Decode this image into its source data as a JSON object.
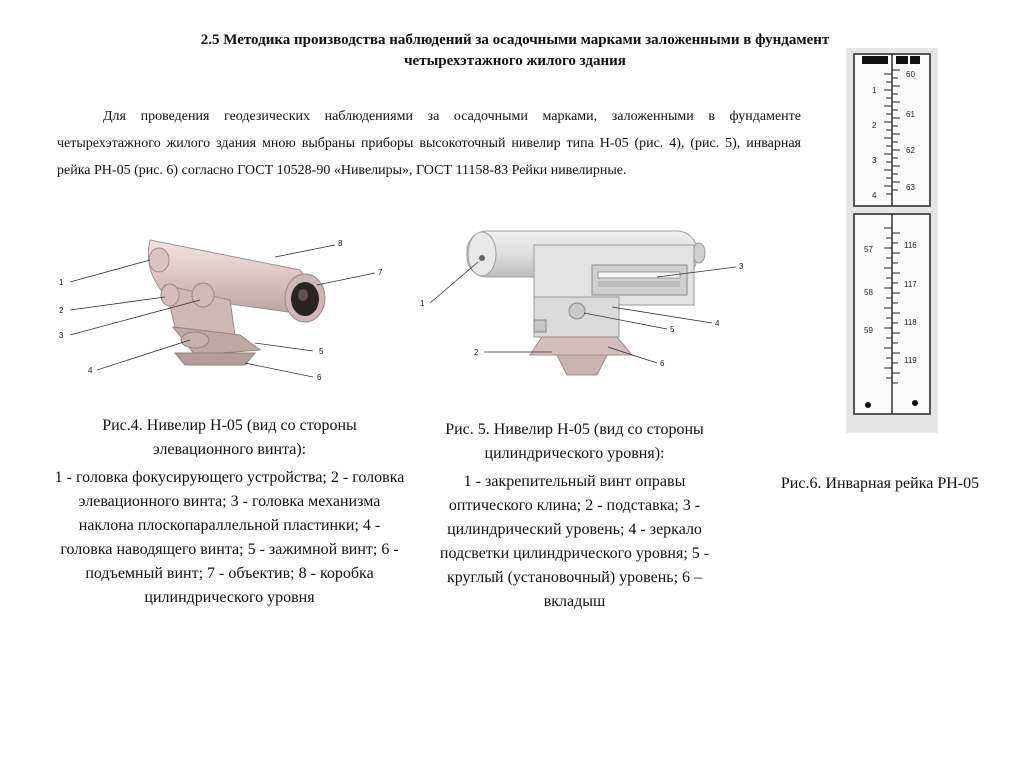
{
  "heading": {
    "line1": "2.5 Методика производства наблюдений за осадочными марками заложенными в фундамент",
    "line2": "четырехэтажного жилого здания"
  },
  "intro": "Для проведения геодезических наблюдениями за осадочными марками, заложенными в фундаменте четырехэтажного жилого здания  мною выбраны приборы высокоточный нивелир типа Н-05 (рис. 4), (рис. 5),  инварная рейка РН-05 (рис. 6) согласно ГОСТ 10528-90 «Нивелиры», ГОСТ 11158-83 Рейки нивелирные.",
  "fig4": {
    "labels": [
      "1",
      "2",
      "3",
      "4",
      "5",
      "6",
      "7",
      "8"
    ],
    "caption_title": "Рис.4. Нивелир Н-05 (вид со стороны элевационного винта):",
    "caption_body": "1 - головка фокусирующего устройства; 2 - головка элевационного винта; 3 - головка механизма наклона плоскопараллельной пластинки; 4 - головка наводящего винта; 5 - зажимной винт; 6 - подъемный винт; 7 - объектив; 8 - коробка цилиндрического уровня"
  },
  "fig5": {
    "labels": [
      "1",
      "2",
      "3",
      "4",
      "5",
      "6"
    ],
    "caption_title": "Рис. 5.  Нивелир Н-05 (вид со стороны цилиндрического уровня):",
    "caption_body": "1 - закрепительный винт оправы оптического клина; 2 - подставка; 3 - цилиндрический уровень; 4 - зеркало подсветки цилиндрического уровня; 5 - круглый (установочный) уровень; 6 – вкладыш"
  },
  "fig6": {
    "caption": "Рис.6. Инварная рейка РН-05",
    "top_left": [
      "1",
      "2",
      "3",
      "4"
    ],
    "top_right": [
      "60",
      "61",
      "62",
      "63"
    ],
    "bottom_left": [
      "57",
      "58",
      "59"
    ],
    "bottom_right": [
      "116",
      "117",
      "118",
      "119"
    ]
  }
}
